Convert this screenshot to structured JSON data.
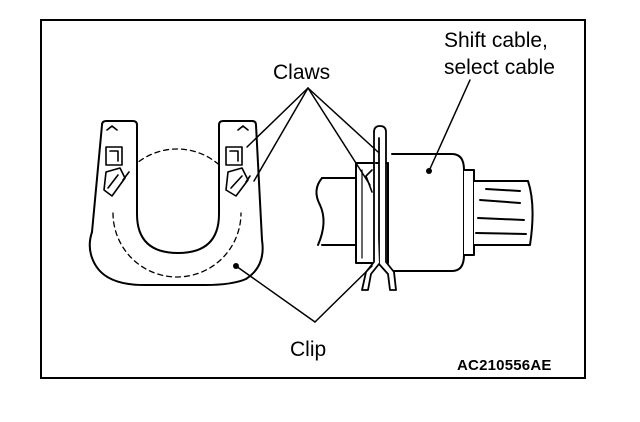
{
  "labels": {
    "claws": "Claws",
    "cable_line1": "Shift cable,",
    "cable_line2": "select cable",
    "clip": "Clip",
    "figure_code": "AC210556AE"
  }
}
